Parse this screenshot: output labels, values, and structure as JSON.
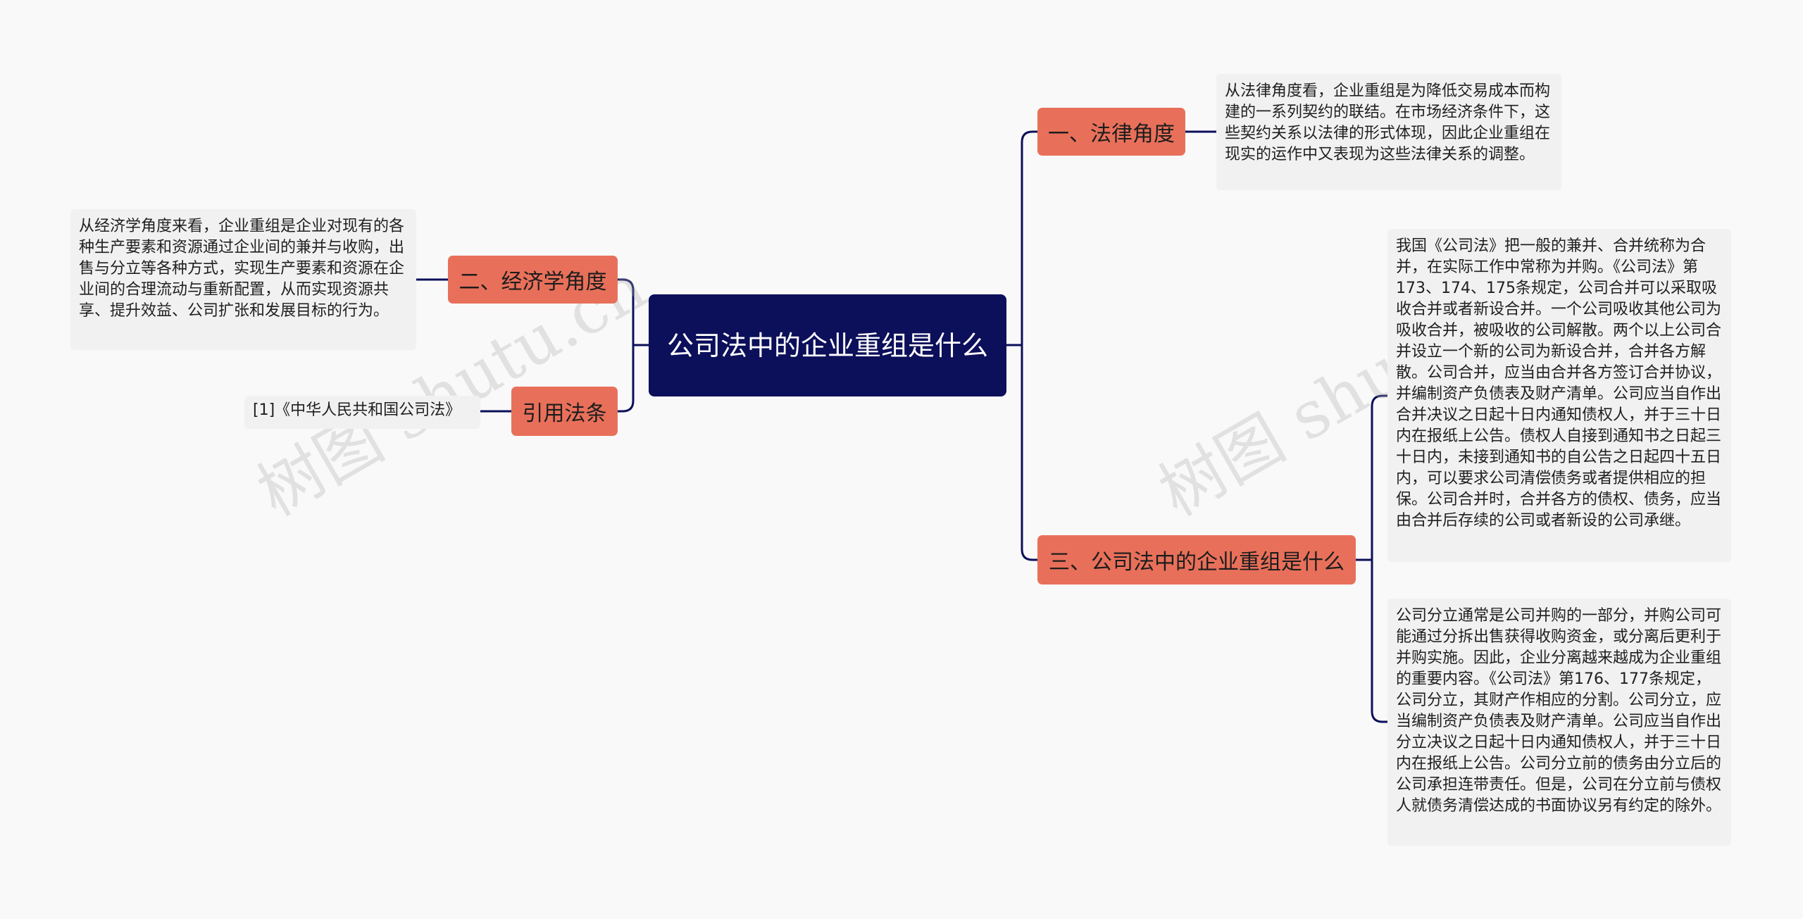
{
  "root": {
    "title": "公司法中的企业重组是什么"
  },
  "branches": {
    "legal": "一、法律角度",
    "economic": "二、经济学角度",
    "what": "三、公司法中的企业重组是什么",
    "citation": "引用法条"
  },
  "leaves": {
    "legal_text": "从法律角度看，企业重组是为降低交易成本而构建的一系列契约的联结。在市场经济条件下，这些契约关系以法律的形式体现，因此企业重组在现实的运作中又表现为这些法律关系的调整。",
    "economic_text": "从经济学角度来看，企业重组是企业对现有的各种生产要素和资源通过企业间的兼并与收购，出售与分立等各种方式，实现生产要素和资源在企业间的合理流动与重新配置，从而实现资源共享、提升效益、公司扩张和发展目标的行为。",
    "citation_text": "[1]《中华人民共和国公司法》",
    "merger_text": "我国《公司法》把一般的兼并、合并统称为合并，在实际工作中常称为并购。《公司法》第173、174、175条规定，公司合并可以采取吸收合并或者新设合并。一个公司吸收其他公司为吸收合并，被吸收的公司解散。两个以上公司合并设立一个新的公司为新设合并，合并各方解散。公司合并，应当由合并各方签订合并协议，并编制资产负债表及财产清单。公司应当自作出合并决议之日起十日内通知债权人，并于三十日内在报纸上公告。债权人自接到通知书之日起三十日内，未接到通知书的自公告之日起四十五日内，可以要求公司清偿债务或者提供相应的担保。公司合并时，合并各方的债权、债务，应当由合并后存续的公司或者新设的公司承继。",
    "division_text": "公司分立通常是公司并购的一部分，并购公司可能通过分拆出售获得收购资金，或分离后更利于并购实施。因此，企业分离越来越成为企业重组的重要内容。《公司法》第176、177条规定，公司分立，其财产作相应的分割。公司分立，应当编制资产负债表及财产清单。公司应当自作出分立决议之日起十日内通知债权人，并于三十日内在报纸上公告。公司分立前的债务由分立后的公司承担连带责任。但是，公司在分立前与债权人就债务清偿达成的书面协议另有约定的除外。"
  },
  "watermark": "树图 shutu.cn",
  "colors": {
    "root": "#0c0f5a",
    "branch": "#e8705a",
    "leaf": "#f1f1f1",
    "line": "#0c0f5a"
  }
}
